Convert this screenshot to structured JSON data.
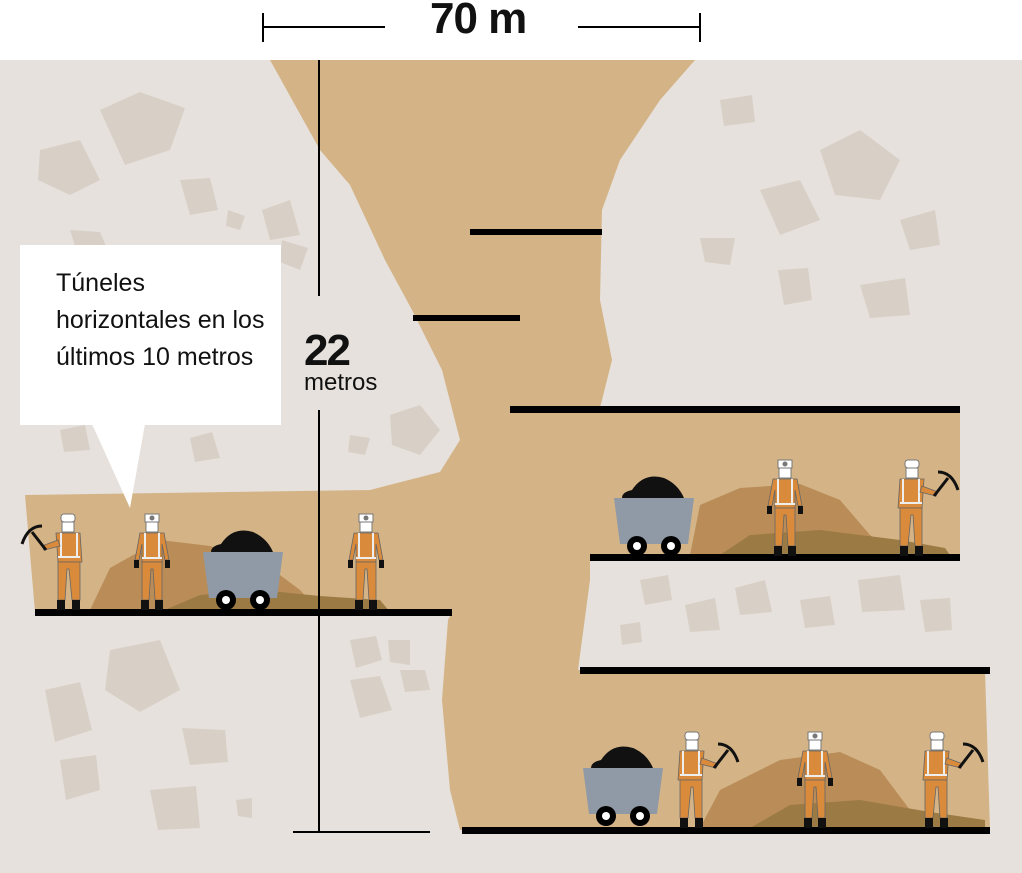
{
  "width_label": "70 m",
  "depth": {
    "value": "22",
    "unit": "metros"
  },
  "callout": {
    "text": "Túneles horizontales en los últimos 10 metros"
  },
  "colors": {
    "rock": "#e6e1dc",
    "rock_chunk": "#d8d0c7",
    "excavation": "#d4b486",
    "mound": "#b98c58",
    "mound_dark": "#9b7a44",
    "worker": "#d98a3a",
    "cart": "#8f9aa6",
    "platform": "#000000"
  }
}
